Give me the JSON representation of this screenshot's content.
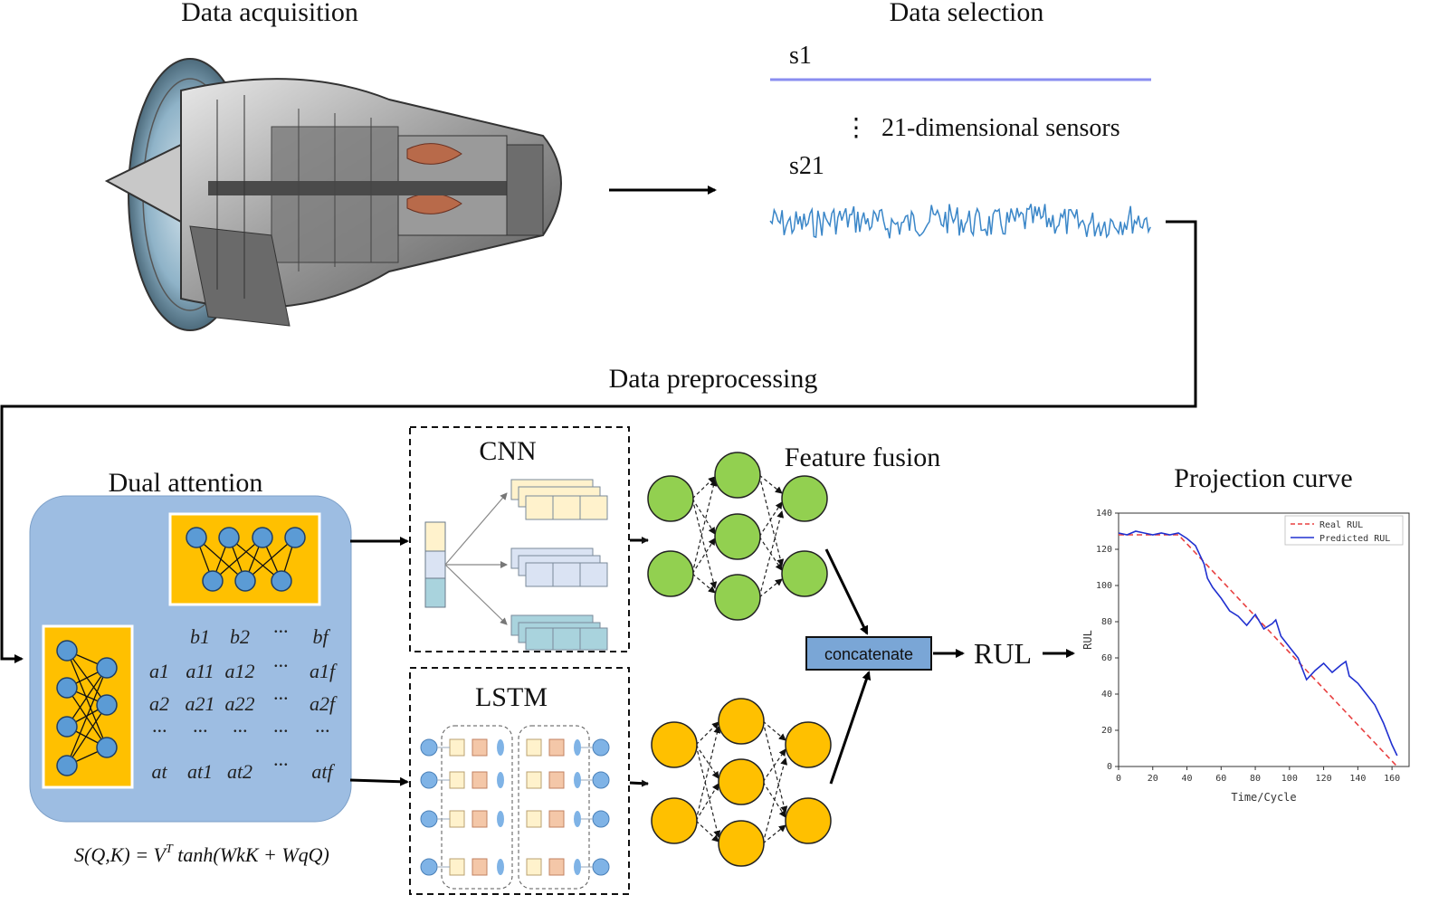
{
  "headings": {
    "acquisition": "Data acquisition",
    "selection": "Data selection",
    "preprocessing": "Data preprocessing",
    "dual_attention": "Dual attention",
    "cnn": "CNN",
    "lstm": "LSTM",
    "feature_fusion": "Feature fusion",
    "projection": "Projection curve"
  },
  "sensors": {
    "first": "s1",
    "last": "s21",
    "ellipsis": "⋮",
    "description": "21-dimensional sensors"
  },
  "attention_matrix": {
    "col_headers": [
      "b1",
      "b2",
      "···",
      "bf"
    ],
    "rows": [
      {
        "head": "a1",
        "cells": [
          "a11",
          "a12",
          "···",
          "a1f"
        ]
      },
      {
        "head": "a2",
        "cells": [
          "a21",
          "a22",
          "···",
          "a2f"
        ]
      },
      {
        "head": "···",
        "cells": [
          "···",
          "···",
          "···",
          "···"
        ]
      },
      {
        "head": "at",
        "cells": [
          "at1",
          "at2",
          "···",
          "atf"
        ]
      }
    ]
  },
  "formula": "S(Q,K) = V",
  "formula_sup": "T",
  "formula_rest": " tanh(WkK + WqQ)",
  "concat_label": "concatenate",
  "output_label": "RUL",
  "colors": {
    "sensor_s1": "#8a8ef0",
    "sensor_s21": "#3a86c8",
    "attention_panel": "#9dbde2",
    "node_blue": "#5b9bd5",
    "orange_box": "#ffc000",
    "fusion_green": "#92d050",
    "fusion_orange": "#ffc000",
    "concat_box": "#7aa6d6",
    "real_rul": "#e84040",
    "predicted_rul": "#2030d0"
  },
  "chart_data": {
    "type": "line",
    "title": "Projection curve",
    "xlabel": "Time/Cycle",
    "ylabel": "RUL",
    "xlim": [
      0,
      170
    ],
    "ylim": [
      0,
      140
    ],
    "xticks": [
      0,
      20,
      40,
      60,
      80,
      100,
      120,
      140,
      160
    ],
    "yticks": [
      0,
      20,
      40,
      60,
      80,
      100,
      120,
      140
    ],
    "legend_position": "top-right",
    "series": [
      {
        "name": "Real RUL",
        "style": "dashed",
        "color": "#e84040",
        "x": [
          0,
          35,
          163
        ],
        "y": [
          128,
          128,
          0
        ]
      },
      {
        "name": "Predicted RUL",
        "style": "solid",
        "color": "#2030d0",
        "x": [
          0,
          5,
          10,
          15,
          20,
          25,
          30,
          35,
          40,
          45,
          50,
          52,
          55,
          60,
          65,
          70,
          75,
          80,
          85,
          90,
          92,
          95,
          100,
          105,
          110,
          115,
          120,
          125,
          130,
          133,
          135,
          140,
          145,
          150,
          155,
          160,
          163
        ],
        "y": [
          129,
          128,
          130,
          129,
          128,
          129,
          128,
          129,
          126,
          122,
          112,
          104,
          99,
          93,
          86,
          83,
          78,
          84,
          76,
          79,
          81,
          72,
          66,
          60,
          48,
          53,
          57,
          52,
          56,
          58,
          50,
          46,
          40,
          34,
          24,
          12,
          6
        ]
      }
    ]
  }
}
